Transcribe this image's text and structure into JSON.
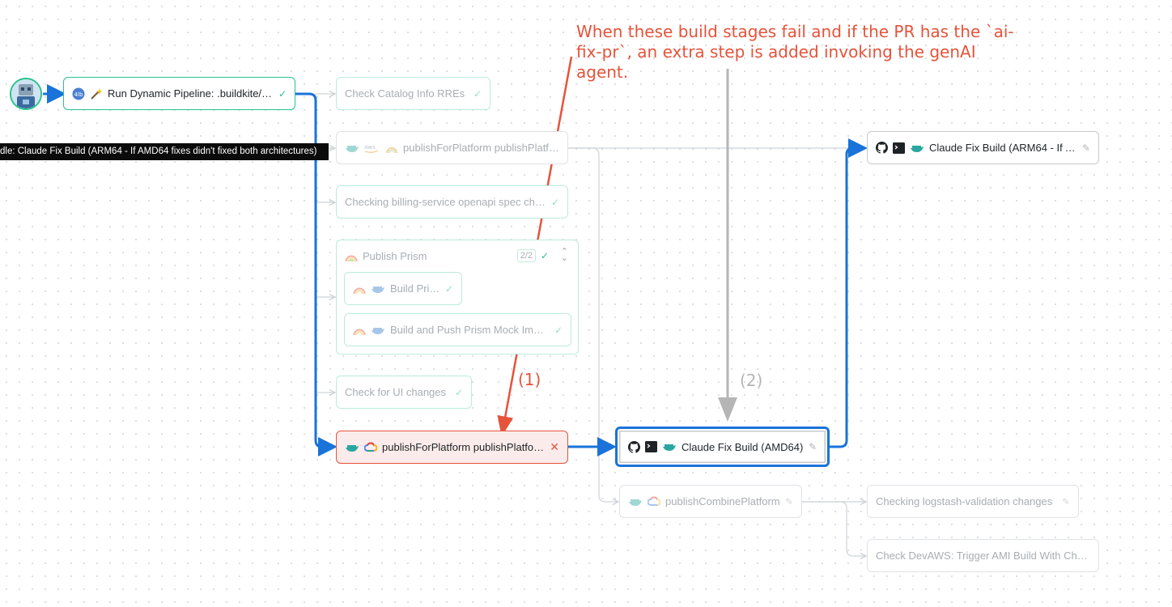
{
  "pipeline": {
    "run_dynamic": {
      "label": "Run Dynamic Pipeline: .buildkite/pipeline.yml",
      "status": "passed"
    },
    "check_catalog": {
      "label": "Check Catalog Info RREs",
      "status": "passed"
    },
    "publish_platform_1": {
      "label": "publishForPlatform publishPlatform",
      "status": "waiting"
    },
    "checking_billing": {
      "label": "Checking billing-service openapi spec changes",
      "status": "passed"
    },
    "publish_prism_group": {
      "label": "Publish Prism",
      "badge": "2/2",
      "children": [
        {
          "label": "Build Prism",
          "status": "passed"
        },
        {
          "label": "Build and Push Prism Mock Image",
          "status": "passed"
        }
      ]
    },
    "check_ui": {
      "label": "Check for UI changes",
      "status": "passed"
    },
    "publish_platform_failed": {
      "label": "publishForPlatform publishPlatform",
      "status": "failed"
    },
    "claude_fix_amd64": {
      "label": "Claude Fix Build (AMD64)"
    },
    "claude_fix_arm64": {
      "label": "Claude Fix Build (ARM64 - If AMD64 fixes didn't fixed both architectures)"
    },
    "publish_combine": {
      "label": "publishCombinePlatform"
    },
    "checking_logstash": {
      "label": "Checking logstash-validation changes"
    },
    "check_devaws": {
      "label": "Check DevAWS: Trigger AMI Build With Changes"
    }
  },
  "tooltip": {
    "text": "dle: Claude Fix Build (ARM64 - If AMD64 fixes didn't fixed both architectures)"
  },
  "annotation": {
    "text": "When these build stages fail and if the PR has the `ai-fix-pr`, an extra step is added invoking the genAI agent.",
    "marker_1": "(1)",
    "marker_2": "(2)",
    "colors": {
      "primary": "#e5533a",
      "secondary": "#b5b5b5"
    }
  },
  "icons": {
    "status_passed": "check-icon",
    "status_failed": "cross-icon",
    "manual_step": "pencil-icon",
    "github": "github-icon",
    "terminal": "terminal-icon",
    "docker": "docker-whale-icon",
    "gcp": "gcp-cloud-icon",
    "aws": "aws-icon",
    "rainbow": "rainbow-icon",
    "wand": "magic-wand-icon"
  },
  "colors": {
    "passed": "#28c28b",
    "failed": "#e5533a",
    "active_edge": "#1a73d9",
    "pending_edge": "#cfd3d8"
  }
}
